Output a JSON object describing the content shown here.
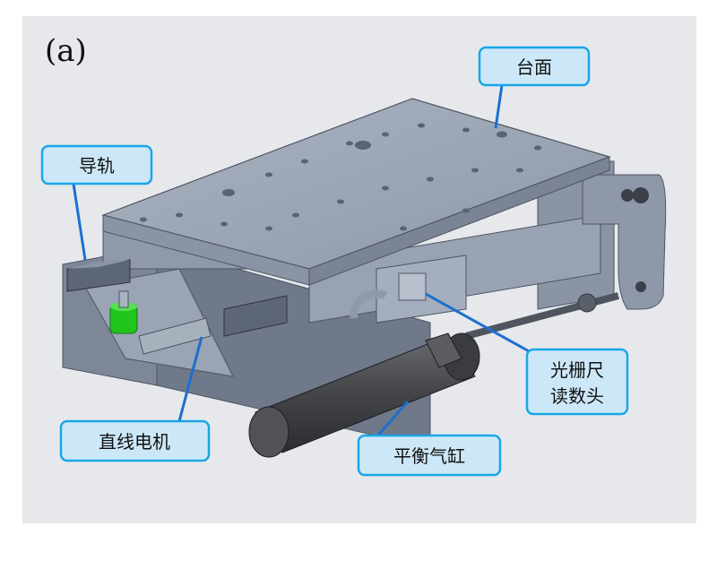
{
  "figure": {
    "panel_label": "(a)",
    "colors": {
      "background": "#e6e8ec",
      "callout_fill": "#cce8f8",
      "callout_stroke": "#1aa6e6",
      "leader_line": "#1b6fd0",
      "machine_body": "#8c96a6",
      "table_top": "#9aa5b5",
      "cylinder": "#4a4c50",
      "motor_highlight": "#22c41e"
    },
    "callouts": {
      "table_top": "台面",
      "guide_rail": "导轨",
      "linear_motor": "直线电机",
      "balance_cylinder": "平衡气缸",
      "grating_head_line1": "光栅尺",
      "grating_head_line2": "读数头"
    },
    "icons": [
      "callout-bubble",
      "leader-line"
    ]
  }
}
